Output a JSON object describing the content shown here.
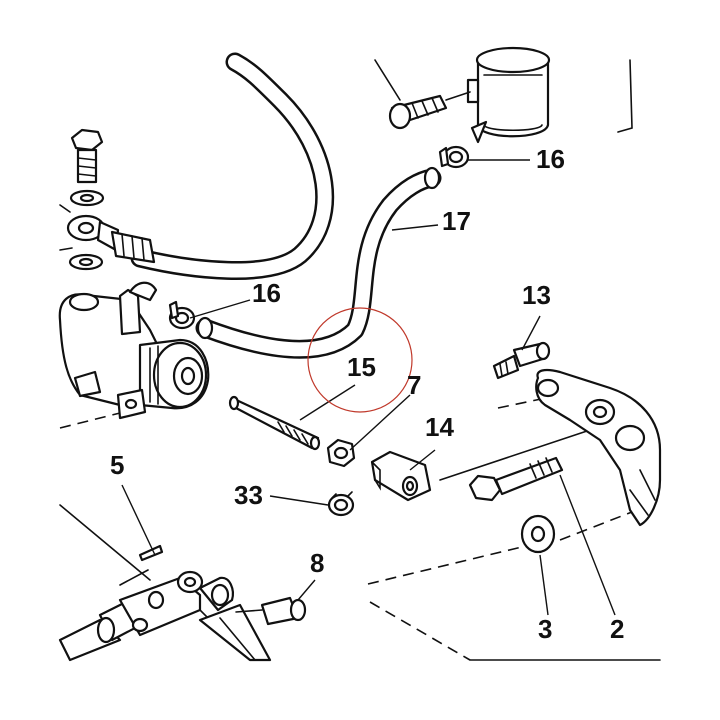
{
  "callouts": {
    "c16a": "16",
    "c17": "17",
    "c16b": "16",
    "c13": "13",
    "c15": "15",
    "c7": "7",
    "c14": "14",
    "c5": "5",
    "c33": "33",
    "c8": "8",
    "c3": "3",
    "c2": "2"
  },
  "highlight_color": "#c0392b"
}
